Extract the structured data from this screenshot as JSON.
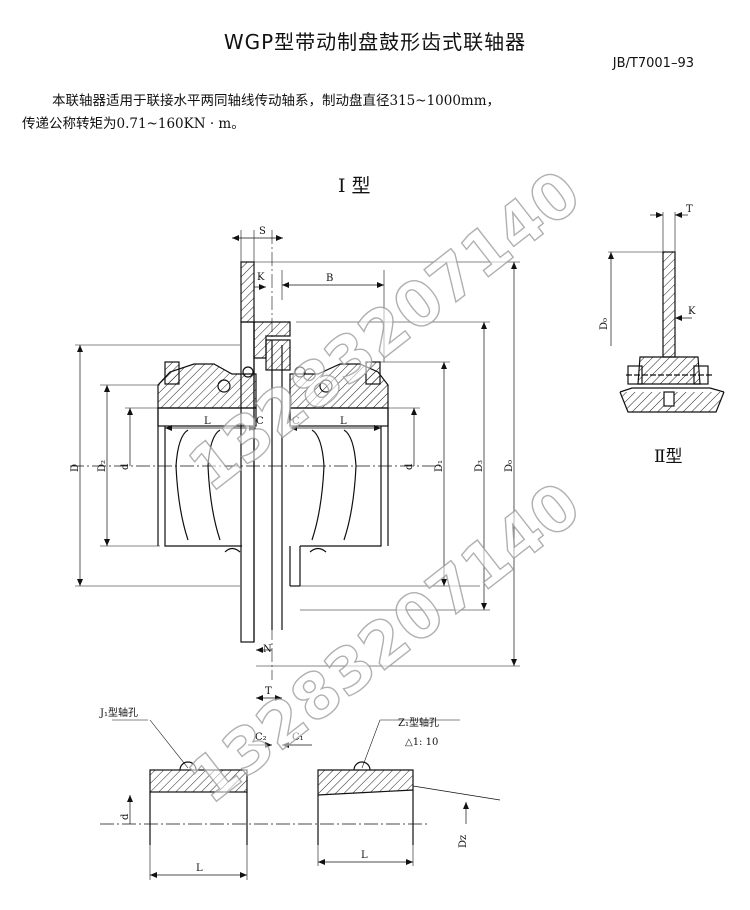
{
  "header": {
    "title": "WGP型带动制盘鼓形齿式联轴器",
    "standard": "JB/T7001–93"
  },
  "description": {
    "line1": "本联轴器适用于联接水平两同轴线传动轴系，制动盘直径315~1000mm，",
    "line2": "传递公称转矩为0.71~160KN · m。"
  },
  "figures": {
    "type1_label": "I 型",
    "type2_label": "Ⅱ型"
  },
  "dimensions": {
    "S": "S",
    "K": "K",
    "B": "B",
    "L": "L",
    "C": "C",
    "N": "N",
    "T": "T",
    "D": "D",
    "D2": "D₂",
    "d": "d",
    "D1": "D₁",
    "D3": "D₃",
    "D0": "D₀",
    "C1": "C₁",
    "C2": "C₂",
    "Dz": "Dz"
  },
  "bore_types": {
    "j1": "J₁型轴孔",
    "z1": "Z₁型轴孔",
    "taper": "△1: 10"
  },
  "watermark": "13283207140"
}
